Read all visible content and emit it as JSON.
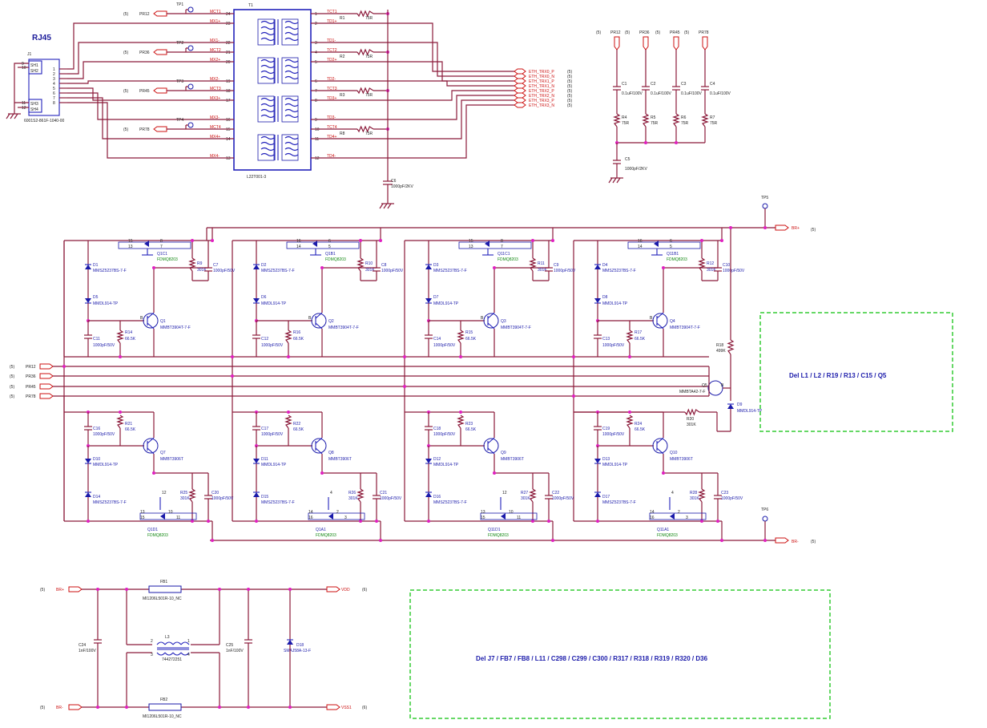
{
  "connector": {
    "title": "RJ45",
    "ref": "J1",
    "part": "6001S2-861F-1040-00",
    "sh": [
      "SH1",
      "SH2",
      "SH3",
      "SH4"
    ],
    "pins": [
      "1",
      "2",
      "3",
      "4",
      "5",
      "6",
      "7",
      "8"
    ],
    "shpins": [
      "9",
      "10",
      "11",
      "12"
    ]
  },
  "transformer": {
    "ref": "T1",
    "part": "L22T001-3",
    "left_nets": [
      "MCT1",
      "MX1+",
      "MX1-",
      "MCT2",
      "MX2+",
      "MX2-",
      "MCT3",
      "MX3+",
      "MX3-",
      "MCT4",
      "MX4+",
      "MX4-"
    ],
    "left_pins": [
      "24",
      "23",
      "22",
      "21",
      "20",
      "19",
      "18",
      "17",
      "16",
      "15",
      "14",
      "13"
    ],
    "right_nets": [
      "TCT1",
      "TD1+",
      "TD1-",
      "TCT2",
      "TD2+",
      "TD2-",
      "TCT3",
      "TD3+",
      "TD3-",
      "TCT4",
      "TD4+",
      "TD4-"
    ],
    "right_pins": [
      "1",
      "2",
      "3",
      "4",
      "5",
      "6",
      "7",
      "8",
      "9",
      "10",
      "11",
      "12"
    ]
  },
  "center_res": [
    {
      "ref": "R1",
      "val": "75R"
    },
    {
      "ref": "R2",
      "val": "75R"
    },
    {
      "ref": "R3",
      "val": "75R"
    },
    {
      "ref": "R8",
      "val": "75R"
    }
  ],
  "testpoints_top": [
    "TP1",
    "TP2",
    "TP3",
    "TP4"
  ],
  "pr_left": [
    "PR12",
    "PR36",
    "PR45",
    "PR78"
  ],
  "sheet5": "(5)",
  "sheet6": "(6)",
  "cap_c6": {
    "ref": "C6",
    "val": "1000pF/2KV"
  },
  "eth_nets": [
    "ETH_TRX0_P",
    "ETH_TRX0_N",
    "ETH_TRX1_P",
    "ETH_TRX1_N",
    "ETH_TRX2_P",
    "ETH_TRX2_N",
    "ETH_TRX3_P",
    "ETH_TRX3_N"
  ],
  "pr_top": [
    "PR12",
    "PR36",
    "PR45",
    "PR78"
  ],
  "caps_top": [
    {
      "ref": "C1",
      "val": "0.1uF/100V"
    },
    {
      "ref": "C2",
      "val": "0.1uF/100V"
    },
    {
      "ref": "C3",
      "val": "0.1uF/100V"
    },
    {
      "ref": "C4",
      "val": "0.1uF/100V"
    }
  ],
  "res_top": [
    {
      "ref": "R4",
      "val": "75R"
    },
    {
      "ref": "R5",
      "val": "75R"
    },
    {
      "ref": "R6",
      "val": "75R"
    },
    {
      "ref": "R7",
      "val": "75R"
    }
  ],
  "cap_c5": {
    "ref": "C5",
    "val": "1000pF/2KV"
  },
  "tp5": "TP5",
  "tp6": "TP6",
  "br_plus": "BR+",
  "br_minus": "BR-",
  "upper_cells": [
    {
      "d1": "D1",
      "d2": "D5",
      "mos": "Q1C1",
      "fdm": "FDMQ8203",
      "r1": "R9",
      "c1": "C7",
      "q": "Q1",
      "r2": "R14",
      "c2": "C11",
      "pins": [
        "15",
        "13",
        "8",
        "7"
      ]
    },
    {
      "d1": "D2",
      "d2": "D6",
      "mos": "Q1B1",
      "fdm": "FDMQ8203",
      "r1": "R10",
      "c1": "C8",
      "q": "Q2",
      "r2": "R16",
      "c2": "C12",
      "pins": [
        "16",
        "14",
        "6",
        "5"
      ]
    },
    {
      "d1": "D3",
      "d2": "D7",
      "mos": "Q11C1",
      "fdm": "FDMQ8203",
      "r1": "R11",
      "c1": "C9",
      "q": "Q3",
      "r2": "R15",
      "c2": "C14",
      "pins": [
        "15",
        "13",
        "8",
        "7"
      ]
    },
    {
      "d1": "D4",
      "d2": "D8",
      "mos": "Q11B1",
      "fdm": "FDMQ8203",
      "r1": "R12",
      "c1": "C10",
      "q": "Q4",
      "r2": "R17",
      "c2": "C13",
      "pins": [
        "16",
        "14",
        "6",
        "5"
      ]
    }
  ],
  "upper_vals": {
    "zener": "MMSZ5237BS-7-F",
    "diode": "MMDL914-TP",
    "r1": "301K",
    "c1": "1000pF/50V",
    "npn": "MMBT3904T-7-F",
    "r2": "66.5K",
    "c2": "1000pF/50V"
  },
  "lower_cells": [
    {
      "c": "C16",
      "r": "R21",
      "q": "Q7",
      "d1": "D10",
      "d2": "D14",
      "r2": "R25",
      "c2": "C20",
      "mos": "Q1D1",
      "pins": [
        "13",
        "15",
        "10",
        "11",
        "12"
      ]
    },
    {
      "c": "C17",
      "r": "R22",
      "q": "Q8",
      "d1": "D11",
      "d2": "D15",
      "r2": "R26",
      "c2": "C21",
      "mos": "Q1A1",
      "pins": [
        "14",
        "16",
        "2",
        "3",
        "4"
      ]
    },
    {
      "c": "C18",
      "r": "R23",
      "q": "Q9",
      "d1": "D12",
      "d2": "D16",
      "r2": "R27",
      "c2": "C22",
      "mos": "Q11D1",
      "pins": [
        "13",
        "15",
        "10",
        "11",
        "12"
      ]
    },
    {
      "c": "C19",
      "r": "R24",
      "q": "Q10",
      "d1": "D13",
      "d2": "D17",
      "r2": "R28",
      "c2": "C23",
      "mos": "Q11A1",
      "pins": [
        "14",
        "16",
        "2",
        "3",
        "4"
      ]
    }
  ],
  "lower_vals": {
    "c": "1000pF/50V",
    "r": "66.5K",
    "pnp": "MMBT3906T",
    "diode": "MMDL914-TP",
    "zener": "MMSZ5237BS-7-F",
    "r2": "301K",
    "c2": "1000pF/50V",
    "fdm": "FDMQ8203"
  },
  "right_ctrl": {
    "r18": "R18",
    "r18v": "499K",
    "q5": "Q5",
    "q5p": "MMBTA42-7-F",
    "d9": "D9",
    "d9p": "MMDL914-TP",
    "r20": "R20",
    "r20v": "301K"
  },
  "note1": "Del L1 / L2 / R19 / R13 / C15 / Q5",
  "power": {
    "fb1": "FB1",
    "fb1p": "MI1206L501R-10_NC",
    "fb2": "FB2",
    "fb2p": "MI1206L501R-10_NC",
    "l3": "L3",
    "l3p": "744272251",
    "c24": "C24",
    "c24v": "1nF/100V",
    "c25": "C25",
    "c25v": "1nF/100V",
    "d18": "D18",
    "d18p": "SMAJ58A-13-F",
    "vdd": "VDD",
    "vss1": "VSS1",
    "brp": "BR+",
    "brm": "BR-"
  },
  "note2": "Del J7 / FB7 / FB8 / L11 / C298 / C299 / C300 / R317 / R318 / R319 / R320 / D36",
  "colors": {
    "wire": "#8b1a3a",
    "part": "#2222bb",
    "net": "#cc1111",
    "junction": "#e020c0",
    "note_box": "#33cc33"
  }
}
